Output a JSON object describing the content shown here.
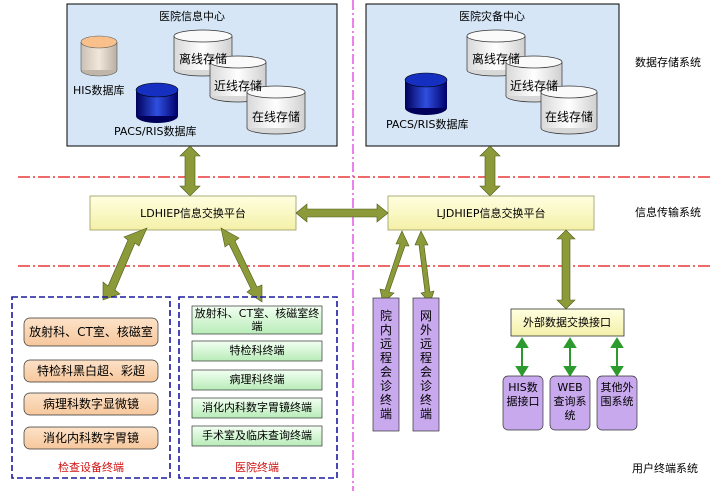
{
  "regions": {
    "data_storage": "数据存储系统",
    "info_transfer": "信息传输系统",
    "user_terminal": "用户终端系统"
  },
  "hospital_center": {
    "title": "医院信息中心",
    "his_db": "HIS数据库",
    "pacs_db": "PACS/RIS数据库",
    "offline": "离线存储",
    "nearline": "近线存储",
    "online": "在线存储"
  },
  "disaster_center": {
    "title": "医院灾备中心",
    "pacs_db": "PACS/RIS数据库",
    "offline": "离线存储",
    "nearline": "近线存储",
    "online": "在线存储"
  },
  "platforms": {
    "ldhiep": "LDHIEP信息交换平台",
    "ljdhiep": "LJDHIEP信息交换平台"
  },
  "exam_terminals": {
    "title": "检查设备终端",
    "items": [
      "放射科、CT室、核磁室",
      "特检科黑白超、彩超",
      "病理科数字显微镜",
      "消化内科数字胃镜"
    ]
  },
  "hospital_terminals": {
    "title": "医院终端",
    "items": [
      "放射科、CT室、核磁室终端",
      "特检科终端",
      "病理科终端",
      "消化内科数字胃镜终端",
      "手术室及临床查询终端"
    ]
  },
  "remote": {
    "inner": "院内远程会诊终端",
    "outer": "网外远程会诊终端"
  },
  "external": {
    "interface": "外部数据交换接口",
    "his": "HIS数据接口",
    "web": "WEB查询系统",
    "other": "其他外围系统"
  },
  "colors": {
    "storage_fill": "#d6e6f6",
    "platform_fill": "#ffffcc",
    "arrow_fill": "#8c9a3a",
    "purple_fill": "#c9a9ee",
    "red_dashed": "#e31010",
    "magenta_divider": "#e040e0",
    "blue_dashed": "#1a1aa0"
  }
}
